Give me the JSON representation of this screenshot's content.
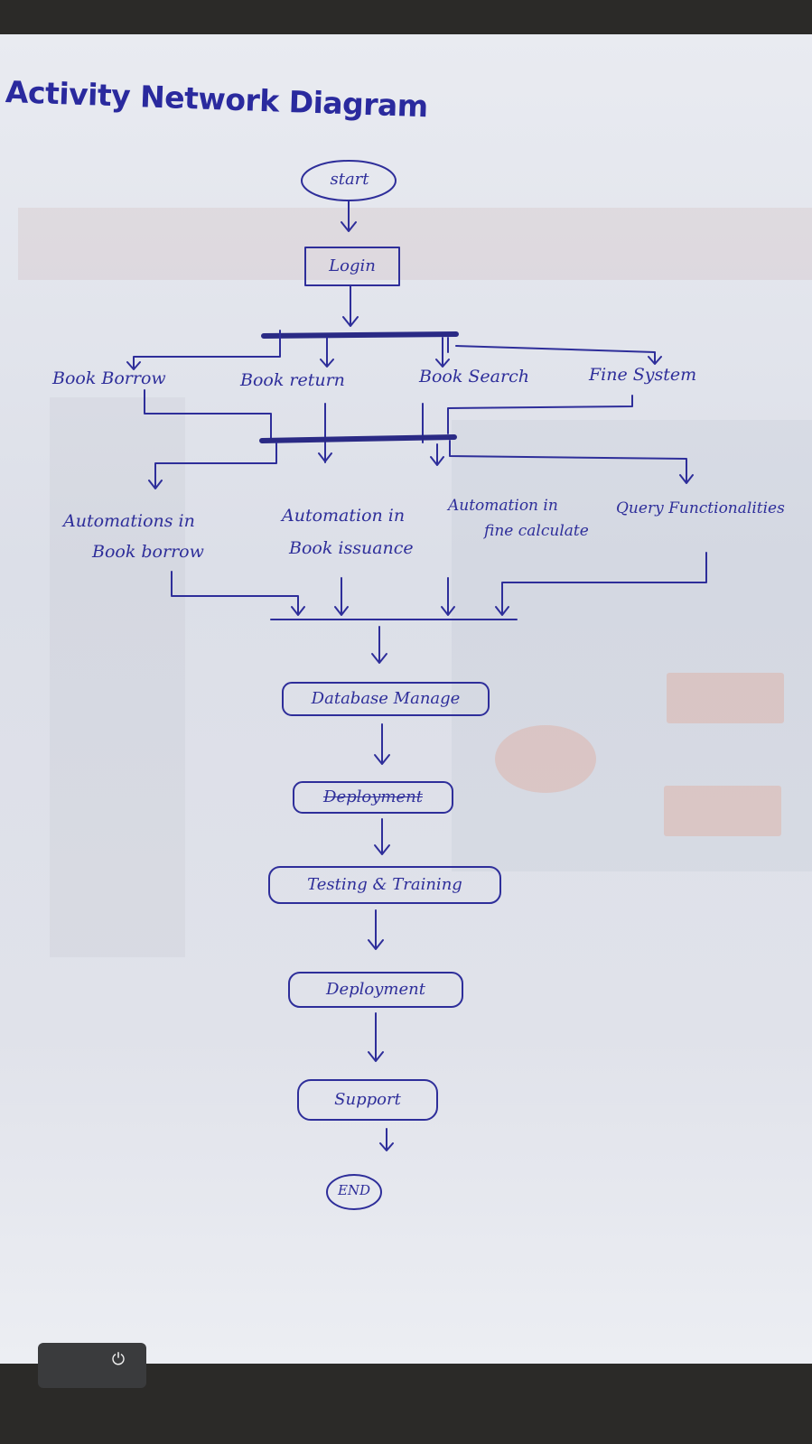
{
  "title": "Activity Network Diagram",
  "nodes": {
    "start": "start",
    "login": "Login",
    "database": "Database Manage",
    "deployment_struck": "Deployment",
    "testing": "Testing & Training",
    "deployment": "Deployment",
    "support": "Support",
    "end": "END"
  },
  "branches": {
    "book_borrow": "Book Borrow",
    "book_return": "Book return",
    "book_search": "Book Search",
    "fine_system": "Fine System"
  },
  "automations": {
    "borrow_line1": "Automations in",
    "borrow_line2": "Book borrow",
    "issuance_line1": "Automation in",
    "issuance_line2": "Book issuance",
    "fine_line1": "Automation in",
    "fine_line2": "fine calculate",
    "query": "Query Functionalities"
  },
  "colors": {
    "ink": "#2e2e9a",
    "paper": "#e4e6ed"
  },
  "icons": {
    "power": "power-icon"
  }
}
